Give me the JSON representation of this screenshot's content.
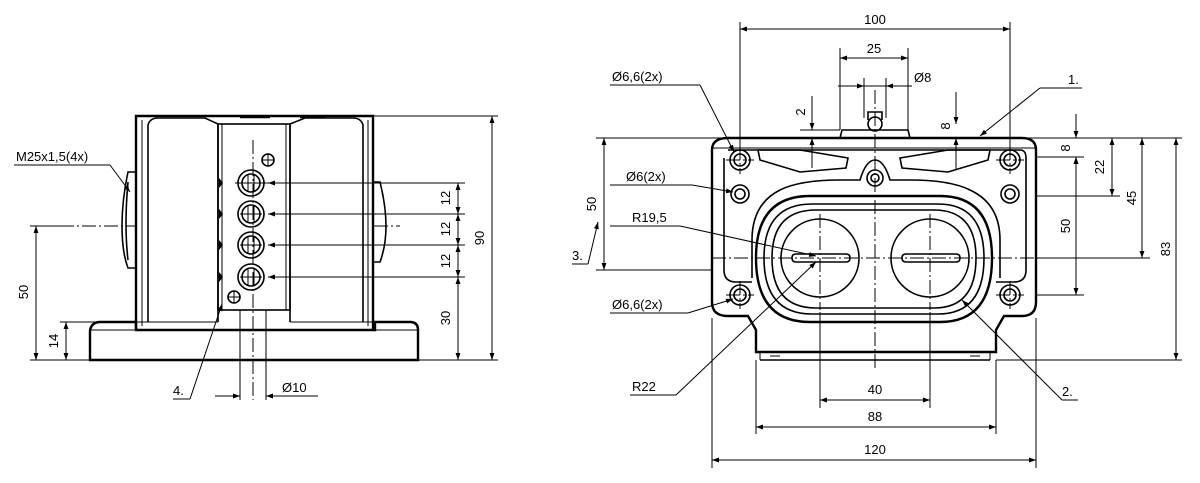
{
  "left_view": {
    "thread_label": "M25x1,5(4x)",
    "dim_90": "90",
    "dim_50": "50",
    "dim_14": "14",
    "dim_30": "30",
    "dim_12a": "12",
    "dim_12b": "12",
    "dim_12c": "12",
    "dia_10": "Ø10",
    "callout_4": "4."
  },
  "right_view": {
    "dim_100": "100",
    "dim_25": "25",
    "dia_8": "Ø8",
    "dim_2": "2",
    "dim_8_top": "8",
    "hole_top": "Ø6,6(2x)",
    "hole_mid": "Ø6(2x)",
    "hole_bottom": "Ø6,6(2x)",
    "radius_19_5": "R19,5",
    "radius_22": "R22",
    "dim_50_left": "50",
    "callout_1": "1.",
    "callout_2": "2.",
    "callout_3": "3.",
    "dim_8_right": "8",
    "dim_22": "22",
    "dim_50_right": "50",
    "dim_45": "45",
    "dim_83": "83",
    "dim_40": "40",
    "dim_88": "88",
    "dim_120": "120"
  }
}
